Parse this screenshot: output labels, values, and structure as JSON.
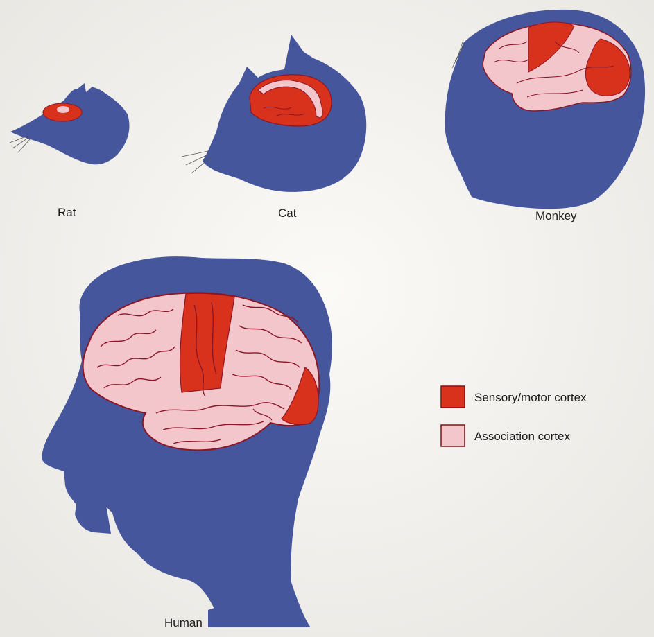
{
  "labels": {
    "rat": "Rat",
    "cat": "Cat",
    "monkey": "Monkey",
    "human": "Human"
  },
  "legend": {
    "sensory": "Sensory/motor cortex",
    "association": "Association cortex"
  },
  "colors": {
    "silhouette": "#46569c",
    "sensory_motor": "#d9321c",
    "association": "#f3c6cc",
    "sulci": "#8a1626",
    "background": "#f3f2ef"
  }
}
